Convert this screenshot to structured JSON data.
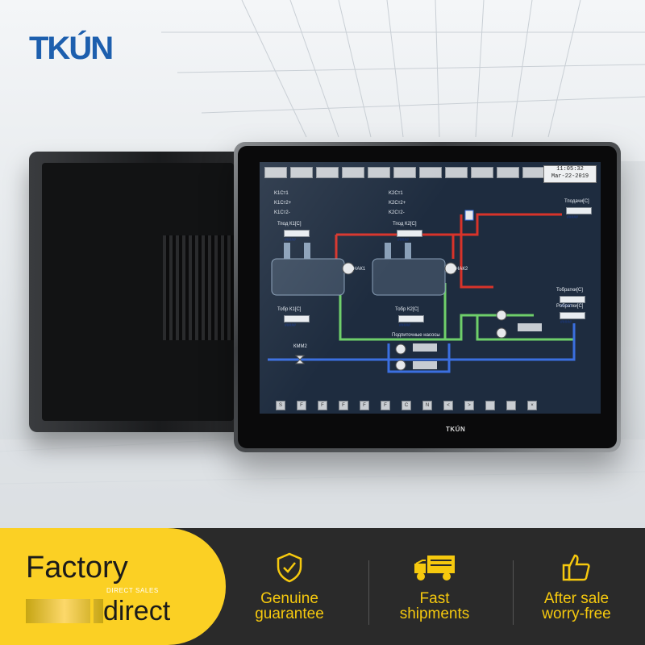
{
  "brand": {
    "logo_text": "TKÚN",
    "monitor_logo": "TKÚN"
  },
  "hmi": {
    "clock_time": "11:05:32",
    "clock_date": "Mar-22-2019",
    "labels": {
      "k1c1": "K1Ст1",
      "k1c2p": "K1Ст2+",
      "k1c2m": "K1Ст2-",
      "k2c1": "K2Ст1",
      "k2c2p": "K2Ст2+",
      "k2c2m": "K2Ст2-",
      "tpod_k1": "Тпод К1[С]",
      "tpod_k2": "Тпод К2[С]",
      "tpodachi": "Тподачи[С]",
      "nak1": "НАК1",
      "nak2": "НАК2",
      "tobr_k1": "Тобр К1[С]",
      "tobr_k2": "Тобр К2[С]",
      "tobratki": "Тобратки[С]",
      "robratki": "Робратки[С]",
      "pumps": "Подпиточные насосы",
      "kmm2": "КММ2"
    },
    "value_placeholder": "#####",
    "bottom_buttons": [
      "S",
      "F",
      "F",
      "F",
      "F",
      "F",
      "C",
      "N",
      "<",
      ">",
      "",
      "",
      "×"
    ]
  },
  "footer": {
    "factory": "Factory",
    "direct_sales": "DIRECT SALES",
    "direct": "direct",
    "features": [
      {
        "icon": "shield-check-icon",
        "line1": "Genuine",
        "line2": "guarantee"
      },
      {
        "icon": "delivery-truck-icon",
        "line1": "Fast",
        "line2": "shipments"
      },
      {
        "icon": "thumbs-up-icon",
        "line1": "After sale",
        "line2": "worry-free"
      }
    ]
  },
  "colors": {
    "accent_yellow": "#fbd024",
    "icon_yellow": "#f6c90e",
    "logo_blue": "#1d5fae",
    "footer_dark": "#2a2a2a"
  }
}
